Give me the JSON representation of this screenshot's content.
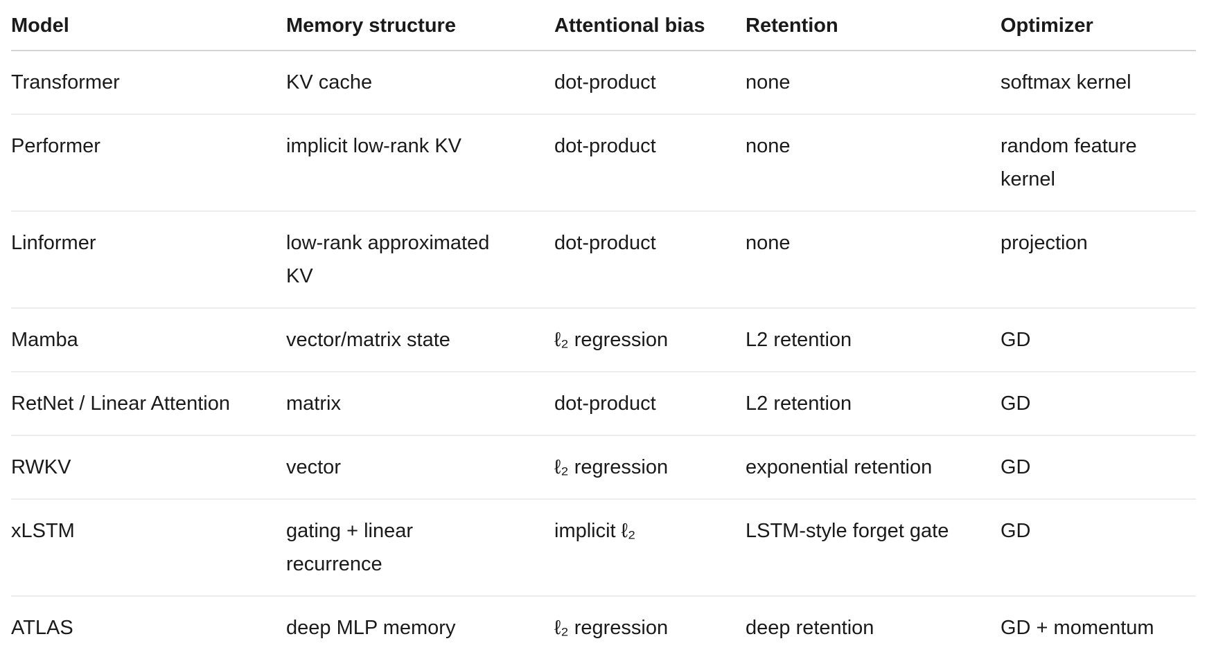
{
  "table": {
    "columns": [
      "Model",
      "Memory structure",
      "Attentional bias",
      "Retention",
      "Optimizer"
    ],
    "rows": [
      {
        "model": "Transformer",
        "memory": "KV cache",
        "bias": "dot-product",
        "retention": "none",
        "optimizer": "softmax kernel"
      },
      {
        "model": "Performer",
        "memory": "implicit low-rank KV",
        "bias": "dot-product",
        "retention": "none",
        "optimizer": "random feature kernel"
      },
      {
        "model": "Linformer",
        "memory": "low-rank approximated KV",
        "bias": "dot-product",
        "retention": "none",
        "optimizer": "projection"
      },
      {
        "model": "Mamba",
        "memory": "vector/matrix state",
        "bias": "ℓ₂ regression",
        "retention": "L2 retention",
        "optimizer": "GD"
      },
      {
        "model": "RetNet / Linear Attention",
        "memory": "matrix",
        "bias": "dot-product",
        "retention": "L2 retention",
        "optimizer": "GD"
      },
      {
        "model": "RWKV",
        "memory": "vector",
        "bias": "ℓ₂ regression",
        "retention": "exponential retention",
        "optimizer": "GD"
      },
      {
        "model": "xLSTM",
        "memory": "gating + linear recurrence",
        "bias": "implicit ℓ₂",
        "retention": "LSTM-style forget gate",
        "optimizer": "GD"
      },
      {
        "model": "ATLAS",
        "memory": "deep MLP memory",
        "bias": "ℓ₂ regression",
        "retention": "deep retention",
        "optimizer": "GD + momentum"
      }
    ]
  },
  "colors": {
    "background": "#ffffff",
    "text": "#1a1a1a",
    "header_divider": "#d4d4d4",
    "row_divider": "#ededed"
  }
}
